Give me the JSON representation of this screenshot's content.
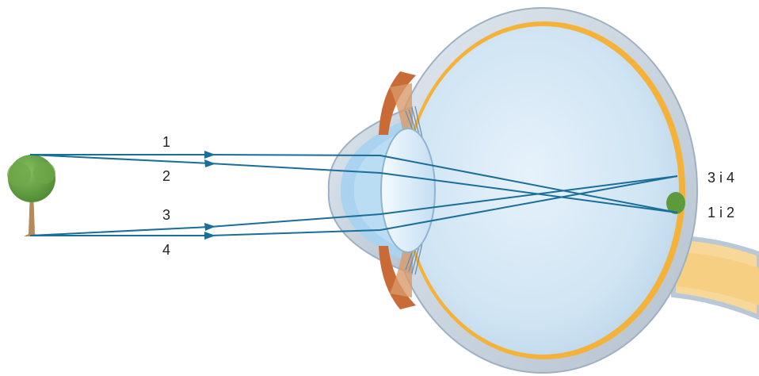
{
  "ray_labels": {
    "ray1": "1",
    "ray2": "2",
    "ray3": "3",
    "ray4": "4"
  },
  "image_labels": {
    "top": "3 i 4",
    "bottom": "1 i 2"
  },
  "colors": {
    "ray": "#1a6e9a",
    "sclera": "#b8c8d6",
    "retina": "#f4b23a",
    "vitreous": "#cfe4f3",
    "lens": "#d9ecf8",
    "cornea": "#a9d3ef",
    "iris": "#c86b36",
    "optic_nerve": "#f7d79a",
    "tree_foliage": "#5c9a3b",
    "tree_trunk": "#b58a5a"
  }
}
